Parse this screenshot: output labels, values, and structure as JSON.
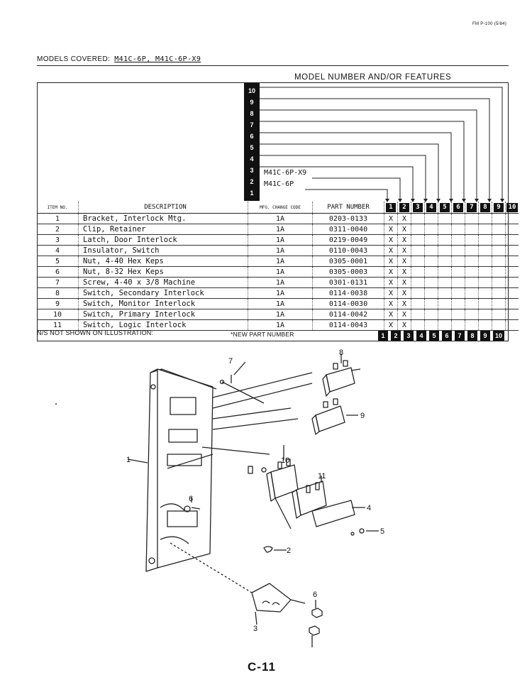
{
  "form_code": "FM P-100 (5/84)",
  "models_covered": {
    "label": "MODELS COVERED:",
    "value": "M41C-6P, M41C-6P-X9"
  },
  "model_features_title": "MODEL NUMBER AND/OR FEATURES",
  "strip_numbers": [
    "10",
    "9",
    "8",
    "7",
    "6",
    "5",
    "4",
    "3",
    "2",
    "1"
  ],
  "models": [
    "M41C-6P-X9",
    "M41C-6P"
  ],
  "table": {
    "headers": {
      "item": "ITEM NO.",
      "description": "DESCRIPTION",
      "code": "MFG. CHANGE CODE",
      "part": "PART NUMBER"
    },
    "feature_columns": [
      "1",
      "2",
      "3",
      "4",
      "5",
      "6",
      "7",
      "8",
      "9",
      "10"
    ],
    "rows": [
      {
        "item": "1",
        "description": "Bracket, Interlock Mtg.",
        "code": "1A",
        "part": "0203-0133",
        "marks": [
          "X",
          "X"
        ]
      },
      {
        "item": "2",
        "description": "Clip, Retainer",
        "code": "1A",
        "part": "0311-0040",
        "marks": [
          "X",
          "X"
        ]
      },
      {
        "item": "3",
        "description": "Latch, Door Interlock",
        "code": "1A",
        "part": "0219-0049",
        "marks": [
          "X",
          "X"
        ]
      },
      {
        "item": "4",
        "description": "Insulator, Switch",
        "code": "1A",
        "part": "0110-0043",
        "marks": [
          "X",
          "X"
        ]
      },
      {
        "item": "5",
        "description": "Nut, 4-40 Hex Keps",
        "code": "1A",
        "part": "0305-0001",
        "marks": [
          "X",
          "X"
        ]
      },
      {
        "item": "6",
        "description": "Nut, 8-32 Hex Keps",
        "code": "1A",
        "part": "0305-0003",
        "marks": [
          "X",
          "X"
        ]
      },
      {
        "item": "7",
        "description": "Screw, 4-40 x 3/8 Machine",
        "code": "1A",
        "part": "0301-0131",
        "marks": [
          "X",
          "X"
        ]
      },
      {
        "item": "8",
        "description": "Switch, Secondary Interlock",
        "code": "1A",
        "part": "0114-0038",
        "marks": [
          "X",
          "X"
        ]
      },
      {
        "item": "9",
        "description": "Switch, Monitor Interlock",
        "code": "1A",
        "part": "0114-0030",
        "marks": [
          "X",
          "X"
        ]
      },
      {
        "item": "10",
        "description": "Switch, Primary Interlock",
        "code": "1A",
        "part": "0114-0042",
        "marks": [
          "X",
          "X"
        ]
      },
      {
        "item": "11",
        "description": "Switch, Logic Interlock",
        "code": "1A",
        "part": "0114-0043",
        "marks": [
          "X",
          "X"
        ]
      }
    ]
  },
  "footer": {
    "ns_note": "N/S NOT SHOWN ON ILLUSTRATION:",
    "new_part_note": "*NEW PART NUMBER"
  },
  "callouts": [
    "1",
    "2",
    "3",
    "4",
    "5",
    "6",
    "6",
    "7",
    "8",
    "9",
    "10",
    "11"
  ],
  "page_number": "C-11"
}
